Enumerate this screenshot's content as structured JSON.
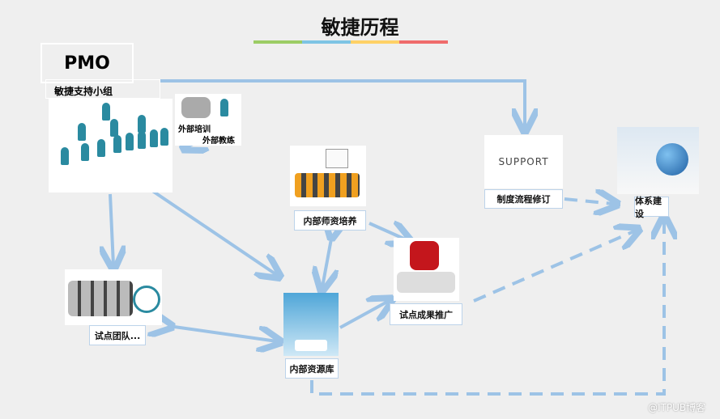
{
  "title": "敏捷历程",
  "title_bar_colors": [
    "#9ccc65",
    "#7ec4e4",
    "#ffd166",
    "#ef6b6b"
  ],
  "pmo": "PMO",
  "support_group": "敏捷支持小组",
  "external_training": "外部培训",
  "external_coach": "外部教练",
  "support_word": "SUPPORT",
  "process_revision": "制度流程修订",
  "system_building": "体系建设",
  "internal_teachers": "内部师资培养",
  "pilot_promotion": "试点成果推广",
  "pilot_team": "试点团队...",
  "internal_library": "内部资源库",
  "watermark": "@ITPUB博客",
  "arrow_color": "#9dc3e6"
}
